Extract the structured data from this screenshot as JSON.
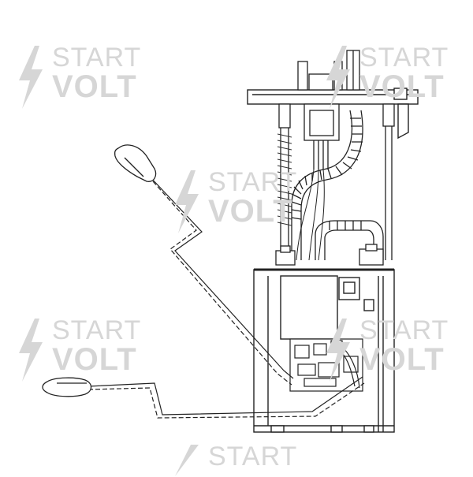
{
  "watermark": {
    "line1": "START",
    "line2": "VOLT",
    "color": "#d6d6d6"
  },
  "drawing": {
    "stroke_color": "#222222",
    "subject": "fuel pump module with float level sender"
  }
}
